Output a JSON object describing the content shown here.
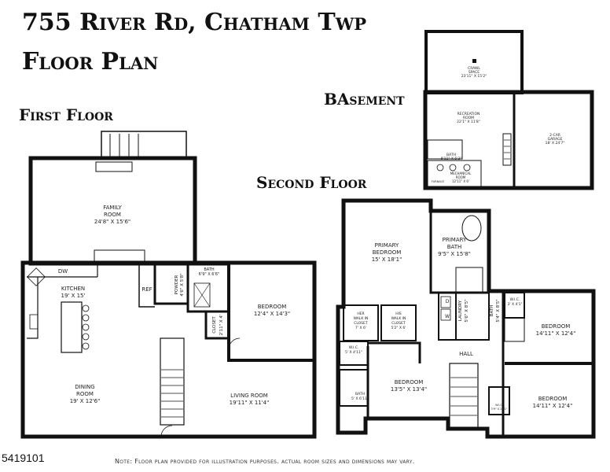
{
  "header": {
    "address": "755 River Rd, Chatham Twp",
    "subtitle": "Floor Plan"
  },
  "sections": {
    "first_floor": "First Floor",
    "basement": "BAsement",
    "second_floor": "Second Floor"
  },
  "first_floor": {
    "family_room": {
      "name": "FAMILY",
      "name2": "ROOM",
      "dims": "24'8\" X 15'6\""
    },
    "kitchen": {
      "name": "KITCHEN",
      "dims": "19' X 15'"
    },
    "dining_room": {
      "name": "DINING",
      "name2": "ROOM",
      "dims": "19' X 12'6\""
    },
    "living_room": {
      "name": "LIVING ROOM",
      "dims": "19'11\" X 11'4\""
    },
    "bedroom": {
      "name": "BEDROOM",
      "dims": "12'4\" X 14'3\""
    },
    "bath": {
      "name": "BATH",
      "dims": "6'9\" X 6'6\""
    },
    "powder": {
      "name": "POWDER",
      "dims": "4'6\" X 5'8\""
    },
    "closet": {
      "name": "CLOSET",
      "dims": "2'11\" X 4'"
    },
    "dw": "DW",
    "ref": "REF"
  },
  "basement": {
    "crawl_space": {
      "name": "CRAWL",
      "name2": "SPACE",
      "dims": "23'11\" X 15'2\""
    },
    "recreation_room": {
      "name": "RECREATION",
      "name2": "ROOM",
      "dims": "22'1\" X 11'8\""
    },
    "garage": {
      "name": "2-CAR",
      "name2": "GARAGE",
      "dims": "18' X 24'7\""
    },
    "bath": {
      "name": "BATH",
      "dims": "8'11\" X 5'3\""
    },
    "mechanical_room": {
      "name": "MECHANICAL",
      "name2": "ROOM",
      "dims": "12'11\" X 6'"
    },
    "furnace": "FURNACE"
  },
  "second_floor": {
    "primary_bedroom": {
      "name": "PRIMARY",
      "name2": "BEDROOM",
      "dims": "15' X 18'1\""
    },
    "primary_bath": {
      "name": "PRIMARY",
      "name2": "BATH",
      "dims": "9'5\" X 15'8\""
    },
    "her_closet": {
      "name": "HER",
      "name2": "WALK IN",
      "name3": "CLOSET",
      "dims": "7' X 6'"
    },
    "his_closet": {
      "name": "HIS",
      "name2": "WALK IN",
      "name3": "CLOSET",
      "dims": "5'2\" X 6'"
    },
    "laundry": {
      "name": "LAUNDRY",
      "dims": "5'6\" X 8'5\""
    },
    "bath_mid": {
      "name": "BATH",
      "dims": "5'4\" X 8'5\""
    },
    "wic_right": {
      "name": "W.I.C.",
      "dims": "3' X 4'1\""
    },
    "bedroom_right_top": {
      "name": "BEDROOM",
      "dims": "14'11\" X 12'4\""
    },
    "hall": "HALL",
    "wic_left": {
      "name": "W.I.C.",
      "dims": "5' X 4'11\""
    },
    "bedroom_center": {
      "name": "BEDROOM",
      "dims": "13'5\" X 13'4\""
    },
    "bath_left": {
      "name": "BATH",
      "dims": "5' X 6'11\""
    },
    "bedroom_right_bottom": {
      "name": "BEDROOM",
      "dims": "14'11\" X 12'4\""
    },
    "wic_small": {
      "name": "W.I.C.",
      "dims": "3'9\" X 2'11\""
    },
    "d": "D",
    "w": "W"
  },
  "footer": {
    "mls_number": "5419101",
    "disclaimer": "Note: Floor plan provided for illustration purposes. actual room sizes and dimensions  may vary."
  }
}
